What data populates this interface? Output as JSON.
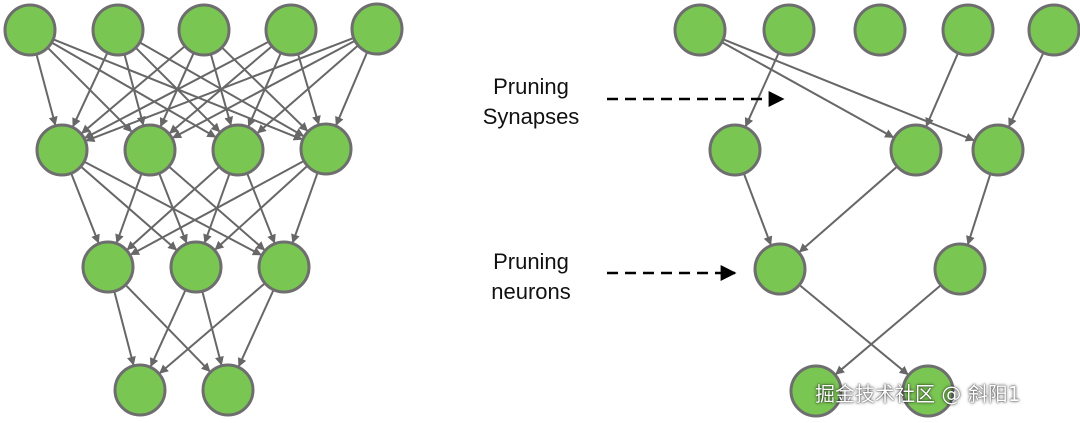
{
  "diagram": {
    "colors": {
      "neuron_fill": "#7ac653",
      "neuron_stroke": "#6e6e6e",
      "edge": "#676767",
      "pointer_arrow": "#000000"
    },
    "left_network": {
      "layers": [
        5,
        4,
        3,
        2
      ],
      "connections": [
        [
          [
            0,
            0
          ],
          [
            0,
            1
          ],
          [
            0,
            2
          ],
          [
            0,
            3
          ],
          [
            1,
            0
          ],
          [
            1,
            1
          ],
          [
            1,
            2
          ],
          [
            1,
            3
          ],
          [
            2,
            0
          ],
          [
            2,
            1
          ],
          [
            2,
            2
          ],
          [
            2,
            3
          ],
          [
            3,
            0
          ],
          [
            3,
            1
          ],
          [
            3,
            2
          ],
          [
            3,
            3
          ],
          [
            4,
            0
          ],
          [
            4,
            1
          ],
          [
            4,
            2
          ],
          [
            4,
            3
          ]
        ],
        [
          [
            0,
            0
          ],
          [
            0,
            1
          ],
          [
            0,
            2
          ],
          [
            1,
            0
          ],
          [
            1,
            1
          ],
          [
            1,
            2
          ],
          [
            2,
            0
          ],
          [
            2,
            1
          ],
          [
            2,
            2
          ],
          [
            3,
            0
          ],
          [
            3,
            1
          ],
          [
            3,
            2
          ]
        ],
        [
          [
            0,
            0
          ],
          [
            0,
            1
          ],
          [
            1,
            0
          ],
          [
            1,
            1
          ],
          [
            2,
            0
          ],
          [
            2,
            1
          ]
        ]
      ]
    },
    "right_network": {
      "layers": [
        5,
        3,
        2,
        2
      ],
      "connections": [
        [
          [
            0,
            1
          ],
          [
            0,
            2
          ],
          [
            1,
            0
          ],
          [
            3,
            1
          ],
          [
            4,
            2
          ]
        ],
        [
          [
            0,
            0
          ],
          [
            1,
            0
          ],
          [
            2,
            1
          ]
        ],
        [
          [
            0,
            1
          ],
          [
            1,
            0
          ]
        ]
      ]
    },
    "annotations": [
      {
        "lines": [
          "Pruning",
          "Synapses"
        ]
      },
      {
        "lines": [
          "Pruning",
          "neurons"
        ]
      }
    ]
  },
  "watermark": "掘金技术社区 @ 斜阳1"
}
